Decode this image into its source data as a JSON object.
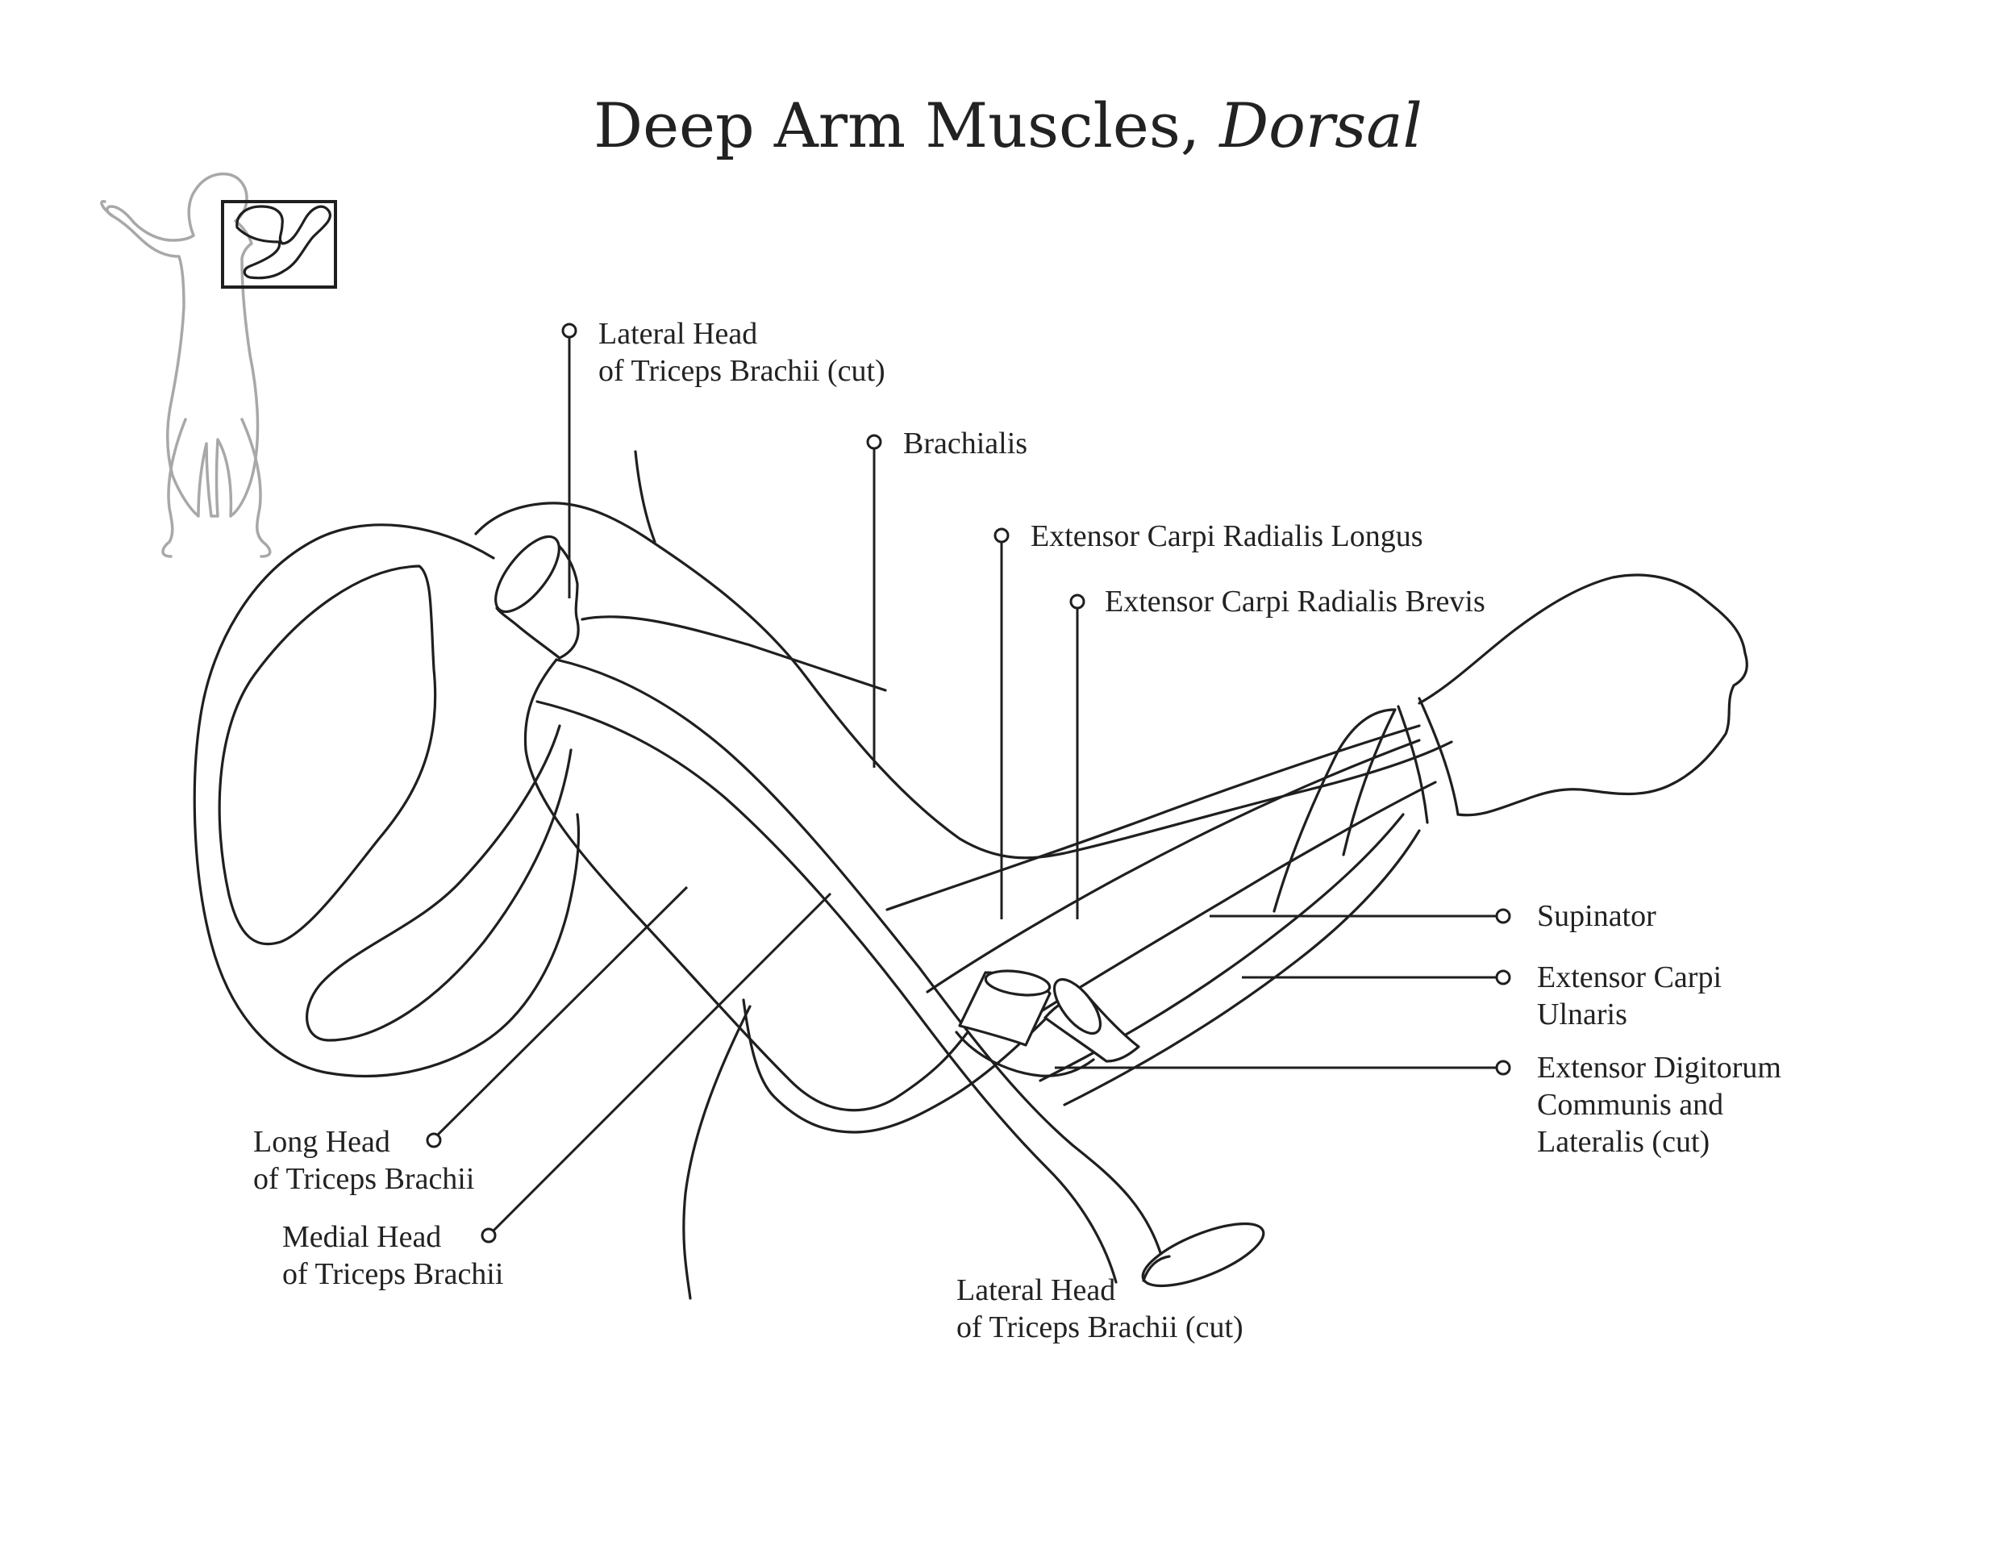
{
  "title": {
    "main": "Deep Arm Muscles, ",
    "emphasis": "Dorsal"
  },
  "labels": {
    "lateral_head_top": [
      "Lateral Head",
      "of Triceps Brachii (cut)"
    ],
    "brachialis": [
      "Brachialis"
    ],
    "ecr_longus": [
      "Extensor Carpi Radialis Longus"
    ],
    "ecr_brevis": [
      "Extensor Carpi Radialis Brevis"
    ],
    "supinator": [
      "Supinator"
    ],
    "ext_carpi_ulnaris": [
      "Extensor Carpi",
      "Ulnaris"
    ],
    "ext_digitorum": [
      "Extensor Digitorum",
      "Communis and",
      "Lateralis (cut)"
    ],
    "long_head": [
      "Long Head",
      "of Triceps Brachii"
    ],
    "medial_head": [
      "Medial Head",
      "of Triceps Brachii"
    ],
    "lateral_head_bottom": [
      "Lateral Head",
      "of Triceps Brachii (cut)"
    ]
  },
  "colors": {
    "ink": "#1f1f1f",
    "locator_silhouette": "#a8a8a8"
  }
}
